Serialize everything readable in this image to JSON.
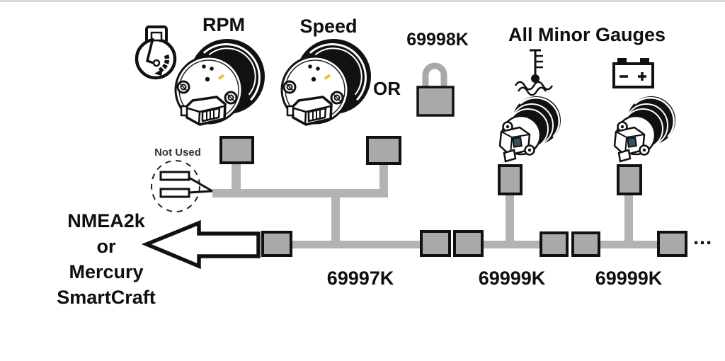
{
  "diagram": {
    "rpm": {
      "label": "RPM"
    },
    "speed": {
      "label": "Speed"
    },
    "or_label": "OR",
    "lock": {
      "part_number": "69998K"
    },
    "minor_gauges": {
      "title": "All Minor Gauges"
    },
    "not_used_label": "Not Used",
    "source": {
      "lines": [
        "NMEA2k",
        "or",
        "Mercury",
        "SmartCraft"
      ]
    },
    "bus_parts": {
      "segment1": "69997K",
      "segment2": "69999K",
      "segment3": "69999K",
      "continuation": "..."
    },
    "icons": [
      "hourmeter-icon",
      "padlock-icon",
      "water-temp-icon",
      "battery-icon"
    ],
    "colors": {
      "cable_gray": "#b3b3b3",
      "block_gray": "#a9a9a9",
      "outline_black": "#111111",
      "marker_yellow": "#e8c430",
      "pin_teal": "#2e5560",
      "top_border": "#d9d9d9"
    }
  }
}
